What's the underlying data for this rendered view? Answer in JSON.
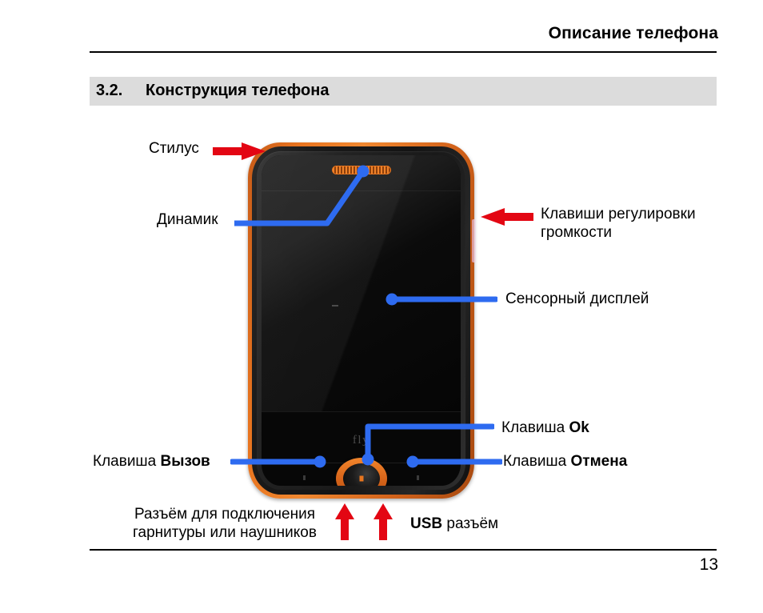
{
  "header": {
    "title": "Описание телефона"
  },
  "section": {
    "number": "3.2.",
    "title": "Конструкция телефона"
  },
  "footer": {
    "page_number": "13"
  },
  "phone": {
    "brand_logo": "fly",
    "icons": {
      "earpiece": "speaker-grille-icon",
      "nav_button": "navigation-button-icon",
      "volume_key": "volume-key-icon"
    }
  },
  "callouts": [
    {
      "id": "stylus",
      "text": "Стилус",
      "marker": "red-arrow-right"
    },
    {
      "id": "speaker",
      "text": "Динамик",
      "marker": "blue-leader-line"
    },
    {
      "id": "volume-keys",
      "text_line1": "Клавиши регулировки",
      "text_line2": "громкости",
      "marker": "red-arrow-left"
    },
    {
      "id": "touch-display",
      "text": "Сенсорный дисплей",
      "marker": "blue-leader-line"
    },
    {
      "id": "ok-key",
      "text_prefix": "Клавиша ",
      "text_bold": "Ok",
      "marker": "blue-leader-line"
    },
    {
      "id": "call-key",
      "text_prefix": "Клавиша ",
      "text_bold": "Вызов",
      "marker": "blue-leader-line"
    },
    {
      "id": "cancel-key",
      "text_prefix": "Клавиша ",
      "text_bold": "Отмена",
      "marker": "blue-leader-line"
    },
    {
      "id": "headset-jack",
      "text_line1": "Разъём для подключения",
      "text_line2": "гарнитуры или наушников",
      "marker": "red-arrow-up"
    },
    {
      "id": "usb-port",
      "text_bold": "USB",
      "text_suffix": " разъём",
      "marker": "red-arrow-up"
    }
  ],
  "colors": {
    "accent_orange": "#e8761f",
    "leader_blue": "#2e6bf0",
    "arrow_red": "#e30613",
    "section_bar": "#dcdcdc",
    "text": "#000000"
  }
}
